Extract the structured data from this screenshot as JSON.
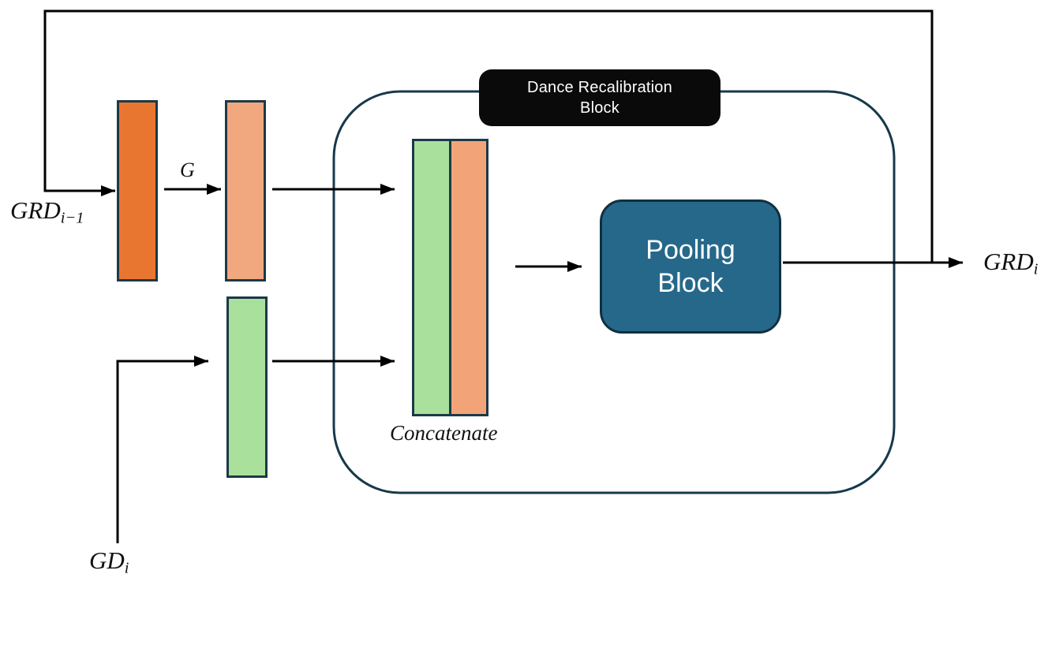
{
  "colors": {
    "orange": "#E97630",
    "salmon": "#F2A87E",
    "salmon2": "#F2A478",
    "green": "#A9E09C",
    "bar-border": "#1C3947",
    "outline": "#16394A",
    "pooling-fill": "#26688A",
    "pooling-border": "#10303F",
    "title-fill": "#0A0A0A",
    "line": "#000000",
    "text": "#111111",
    "white": "#FFFFFF"
  },
  "blocks": {
    "dance_title": {
      "line1": "Dance Recalibration",
      "line2": "Block"
    },
    "pooling": {
      "line1": "Pooling",
      "line2": "Block"
    }
  },
  "labels": {
    "grd_prev": {
      "base": "GRD",
      "sub": "i−1"
    },
    "g": "G",
    "gd": {
      "base": "GD",
      "sub": "i"
    },
    "grd_out": {
      "base": "GRD",
      "sub": "i"
    },
    "concatenate": "Concatenate"
  }
}
